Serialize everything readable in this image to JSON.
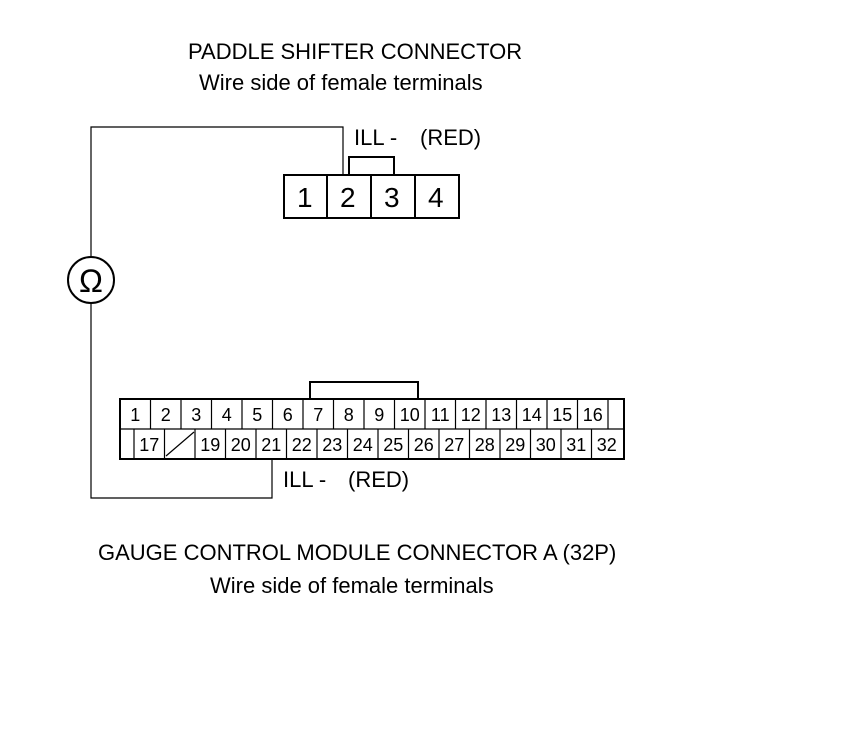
{
  "paddle_connector": {
    "title": "PADDLE SHIFTER CONNECTOR",
    "subtitle": "Wire side of female terminals",
    "pins": [
      "1",
      "2",
      "3",
      "4"
    ],
    "probe_label": "ILL -",
    "probe_color": "(RED)"
  },
  "meter": {
    "symbol": "Ω"
  },
  "gauge_connector": {
    "title": "GAUGE CONTROL MODULE CONNECTOR A (32P)",
    "subtitle": "Wire side of female terminals",
    "top_row": [
      "1",
      "2",
      "3",
      "4",
      "5",
      "6",
      "7",
      "8",
      "9",
      "10",
      "11",
      "12",
      "13",
      "14",
      "15",
      "16"
    ],
    "bottom_row": [
      "",
      "17",
      "",
      "19",
      "20",
      "21",
      "22",
      "23",
      "24",
      "25",
      "26",
      "27",
      "28",
      "29",
      "30",
      "31",
      "32"
    ],
    "probe_label": "ILL -",
    "probe_color": "(RED)"
  }
}
